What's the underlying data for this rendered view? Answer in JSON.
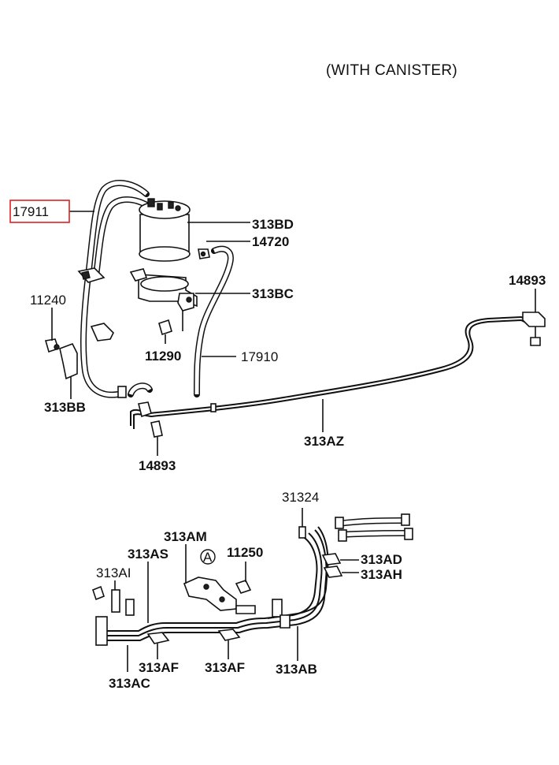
{
  "title": "(WITH CANISTER)",
  "labels": {
    "l17911": "17911",
    "l313BD": "313BD",
    "l14720": "14720",
    "l313BC": "313BC",
    "l14893_top": "14893",
    "l11240": "11240",
    "l11290": "11290",
    "l17910": "17910",
    "l313BB": "313BB",
    "l313AZ": "313AZ",
    "l14893_bottom": "14893",
    "l31324": "31324",
    "l313AM": "313AM",
    "l313AS": "313AS",
    "l11250": "11250",
    "l313AI": "313AI",
    "l313AD": "313AD",
    "l313AH": "313AH",
    "l313AF_1": "313AF",
    "l313AF_2": "313AF",
    "l313AB": "313AB",
    "l313AC": "313AC",
    "detail_marker": "A"
  },
  "highlight_color": "#e02020"
}
